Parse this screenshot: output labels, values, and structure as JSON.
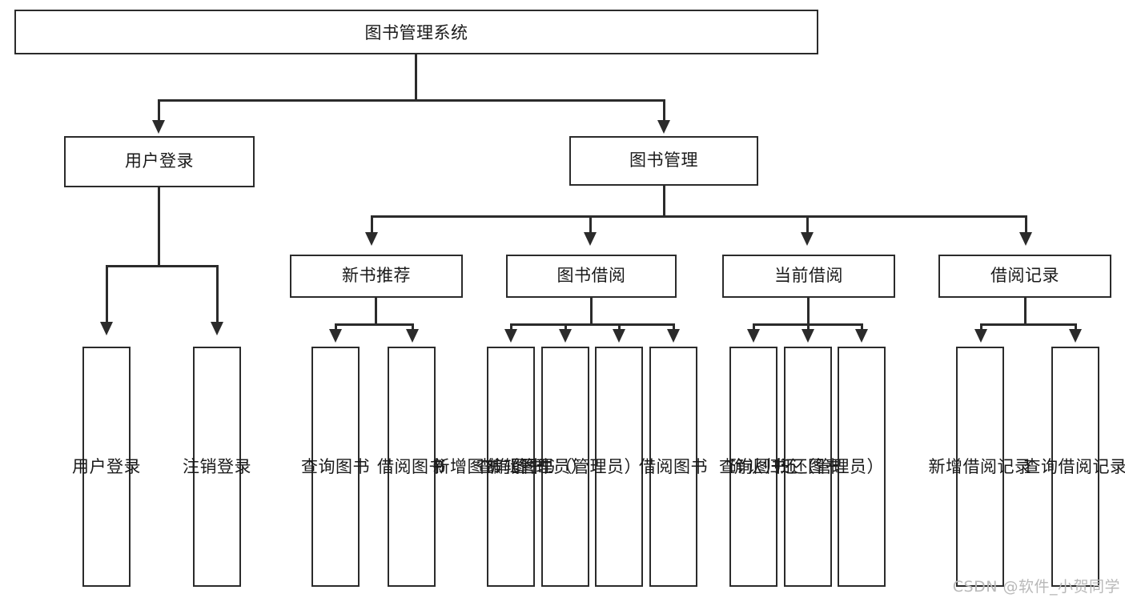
{
  "diagram": {
    "title": "图书管理系统",
    "watermark": "CSDN @软件_小贺同学",
    "accent_color": "#2b2b2b",
    "background_color": "#ffffff",
    "level2": [
      {
        "label": "用户登录"
      },
      {
        "label": "图书管理"
      }
    ],
    "level3": [
      {
        "label": "新书推荐"
      },
      {
        "label": "图书借阅"
      },
      {
        "label": "当前借阅"
      },
      {
        "label": "借阅记录"
      }
    ],
    "leaves": {
      "user_login": [
        {
          "label": "用户登录"
        },
        {
          "label": "注销登录"
        }
      ],
      "new_book_recommend": [
        {
          "label": "查询图书"
        },
        {
          "label": "借阅图书"
        }
      ],
      "book_borrow": [
        {
          "label": "查询图书"
        },
        {
          "label": "新增图书（管理员）"
        },
        {
          "label": "编辑图书（管理员）"
        },
        {
          "label": "借阅图书"
        }
      ],
      "current_borrow": [
        {
          "label": "查询图书"
        },
        {
          "label": "归还图书"
        },
        {
          "label": "确认归还（管理员）"
        }
      ],
      "borrow_record": [
        {
          "label": "新增借阅记录"
        },
        {
          "label": "查询借阅记录"
        }
      ]
    }
  }
}
